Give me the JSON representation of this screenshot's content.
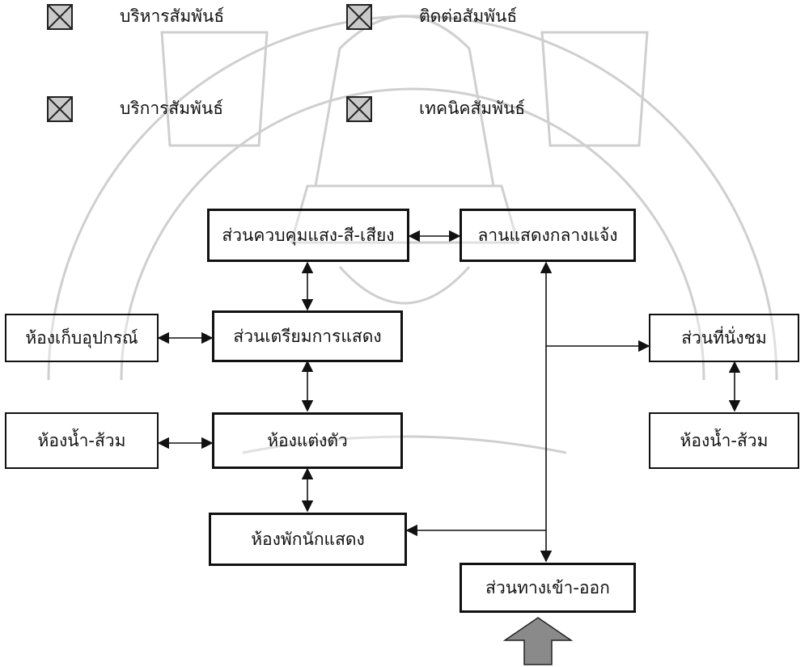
{
  "legend": [
    {
      "label": "บริหารสัมพันธ์"
    },
    {
      "label": "ติดต่อสัมพันธ์"
    },
    {
      "label": "บริการสัมพันธ์"
    },
    {
      "label": "เทคนิคสัมพันธ์"
    }
  ],
  "nodes": {
    "control_booth": "ส่วนควบคุมแสง-สี-เสียง",
    "outdoor_stage": "ลานแสดงกลางแจ้ง",
    "storage_room": "ห้องเก็บอุปกรณ์",
    "prep_area": "ส่วนเตรียมการแสดง",
    "audience_seating": "ส่วนที่นั่งชม",
    "restroom_left": "ห้องน้ำ-ส้วม",
    "dressing_room": "ห้องแต่งตัว",
    "restroom_right": "ห้องน้ำ-ส้วม",
    "performer_lounge": "ห้องพักนักแสดง",
    "entrance_exit": "ส่วนทางเข้า-ออก"
  },
  "colors": {
    "line": "#111111",
    "watermark": "#c8c8c8",
    "entry_arrow_fill": "#8a8a8a",
    "legend_icon_fill": "#c9c9c9"
  }
}
